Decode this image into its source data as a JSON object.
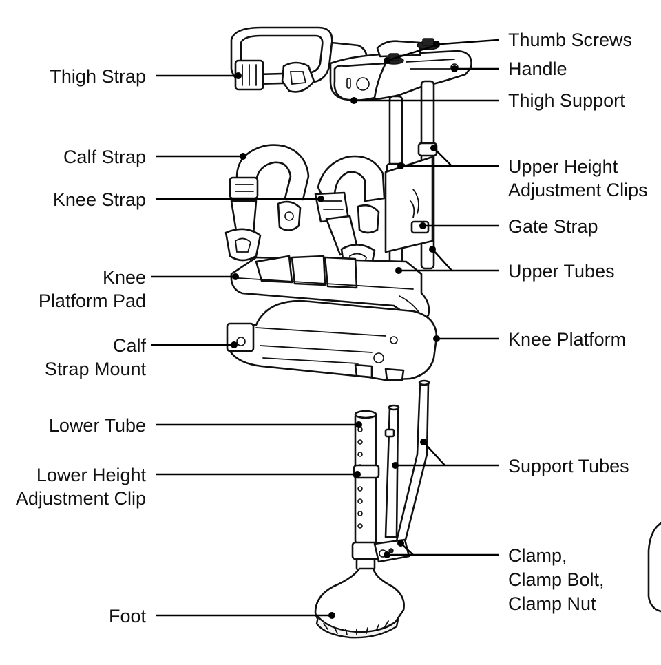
{
  "labels": {
    "thigh_strap": "Thigh Strap",
    "calf_strap": "Calf Strap",
    "knee_strap": "Knee Strap",
    "knee_platform_pad_line1": "Knee",
    "knee_platform_pad_line2": "Platform Pad",
    "calf_strap_mount_line1": "Calf",
    "calf_strap_mount_line2": "Strap Mount",
    "lower_tube": "Lower Tube",
    "lower_height_adj_line1": "Lower Height",
    "lower_height_adj_line2": "Adjustment Clip",
    "foot": "Foot",
    "thumb_screws": "Thumb Screws",
    "handle": "Handle",
    "thigh_support": "Thigh Support",
    "upper_height_adj_line1": "Upper Height",
    "upper_height_adj_line2": "Adjustment Clips",
    "gate_strap": "Gate Strap",
    "upper_tubes": "Upper Tubes",
    "knee_platform": "Knee Platform",
    "support_tubes": "Support Tubes",
    "clamp_line1": "Clamp,",
    "clamp_line2": "Clamp Bolt,",
    "clamp_line3": "Clamp Nut"
  }
}
